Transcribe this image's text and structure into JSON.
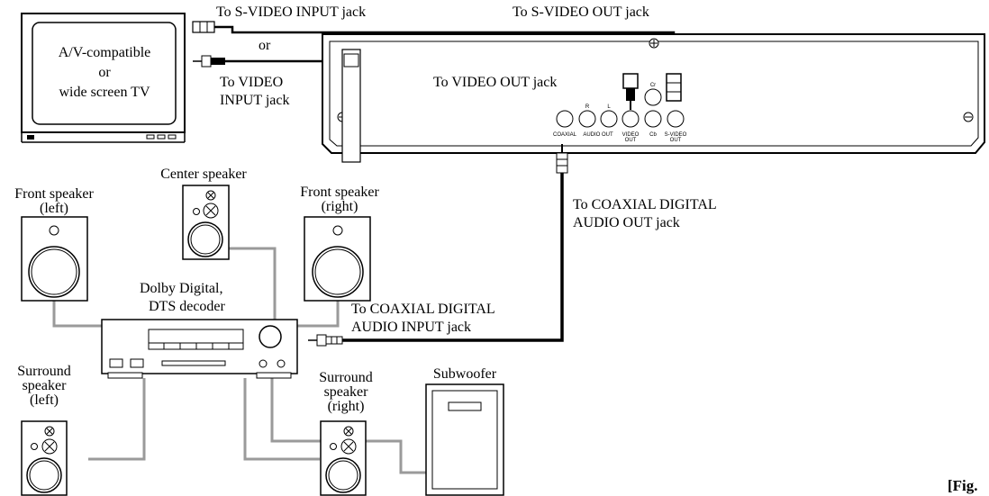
{
  "tv": {
    "line1": "A/V-compatible",
    "line2": "or",
    "line3": "wide screen TV"
  },
  "labels": {
    "svideo_input": "To S-VIDEO INPUT jack",
    "svideo_out": "To S-VIDEO OUT jack",
    "or": "or",
    "video_input_1": "To VIDEO",
    "video_input_2": "INPUT jack",
    "video_out": "To VIDEO OUT jack",
    "coax_out_1": "To COAXIAL DIGITAL",
    "coax_out_2": "AUDIO OUT jack",
    "coax_in_1": "To COAXIAL DIGITAL",
    "coax_in_2": "AUDIO INPUT jack",
    "decoder_1": "Dolby Digital,",
    "decoder_2": "DTS  decoder",
    "fig": "[Fig."
  },
  "jacks": {
    "coaxial": "COAXIAL",
    "audio_out": "AUDIO OUT",
    "r": "R",
    "l": "L",
    "video_out_1": "VIDEO",
    "video_out_2": "OUT",
    "cr": "Cr",
    "cb": "Cb",
    "svideo_out_1": "S-VIDEO",
    "svideo_out_2": "OUT"
  },
  "speakers": {
    "front_left_1": "Front speaker",
    "front_left_2": "(left)",
    "center": "Center speaker",
    "front_right_1": "Front speaker",
    "front_right_2": "(right)",
    "surround_left_1": "Surround",
    "surround_left_2": "speaker",
    "surround_left_3": "(left)",
    "surround_right_1": "Surround",
    "surround_right_2": "speaker",
    "surround_right_3": "(right)",
    "subwoofer": "Subwoofer"
  }
}
